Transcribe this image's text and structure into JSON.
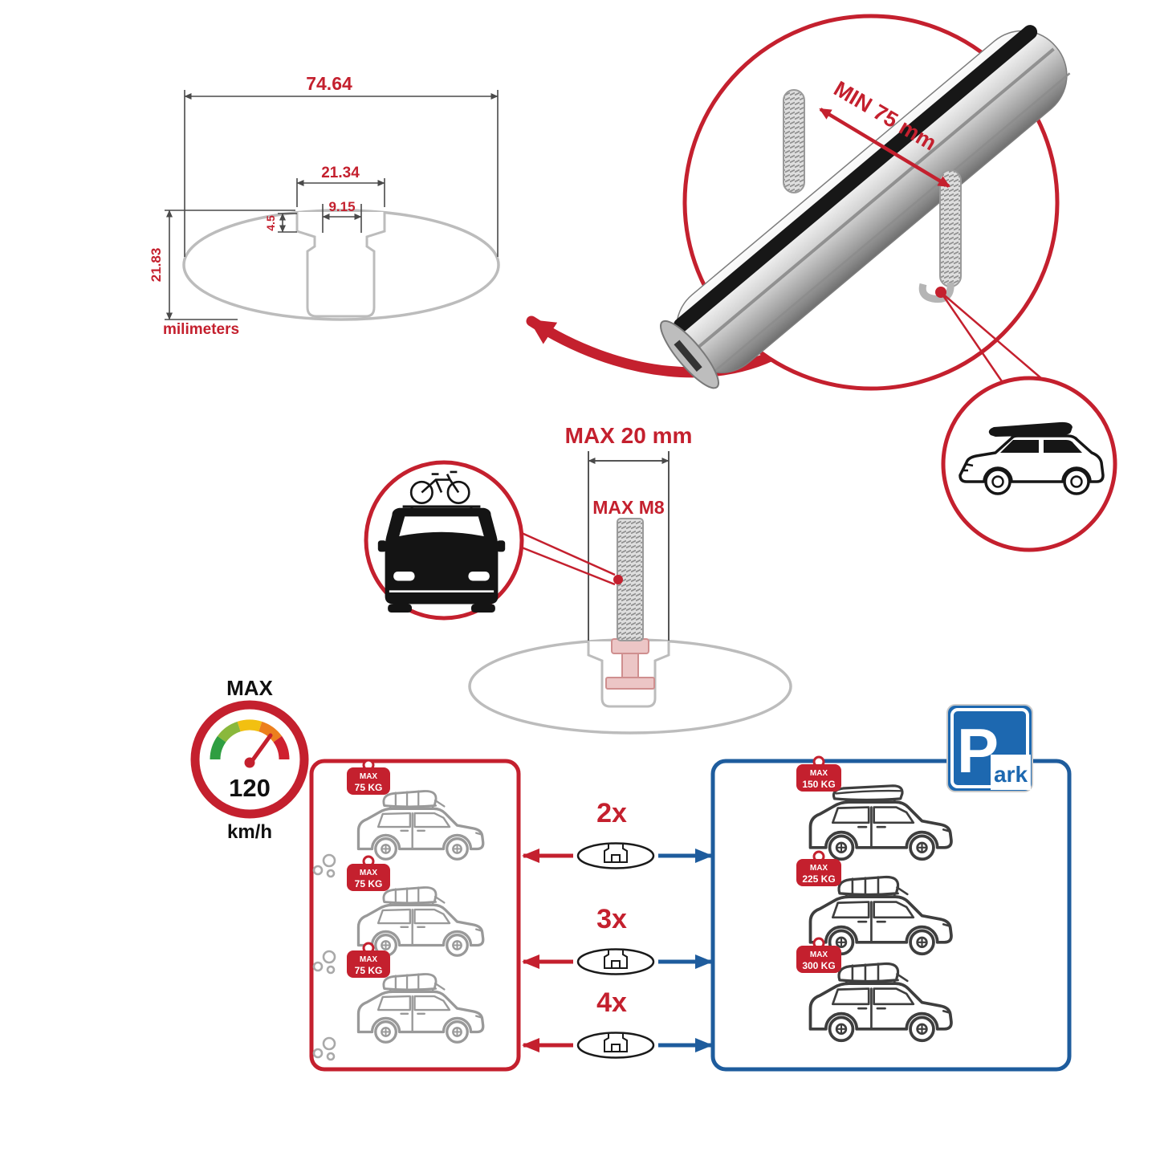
{
  "dimensions": {
    "total_width": "74.64",
    "slot_outer_width": "21.34",
    "slot_inner_width": "9.15",
    "lip_depth": "4.5",
    "total_height": "21.83",
    "unit": "milimeters"
  },
  "bar_callout": {
    "min_clamp": "MIN 75 mm"
  },
  "bolt": {
    "max_width": "MAX 20 mm",
    "max_thread": "MAX M8"
  },
  "speed": {
    "label": "MAX",
    "value": "120",
    "unit": "km/h"
  },
  "red_panel": {
    "cars": [
      {
        "max": "MAX",
        "kg": "75 KG"
      },
      {
        "max": "MAX",
        "kg": "75 KG"
      },
      {
        "max": "MAX",
        "kg": "75 KG"
      }
    ]
  },
  "blue_panel": {
    "cars": [
      {
        "max": "MAX",
        "kg": "150 KG"
      },
      {
        "max": "MAX",
        "kg": "225 KG"
      },
      {
        "max": "MAX",
        "kg": "300 KG"
      }
    ]
  },
  "multipliers": [
    "2x",
    "3x",
    "4x"
  ],
  "park": {
    "p": "P",
    "ark": "ark"
  },
  "colors": {
    "red": "#c4202e",
    "blue": "#1e5c9d",
    "gray": "#bcbcbc"
  }
}
